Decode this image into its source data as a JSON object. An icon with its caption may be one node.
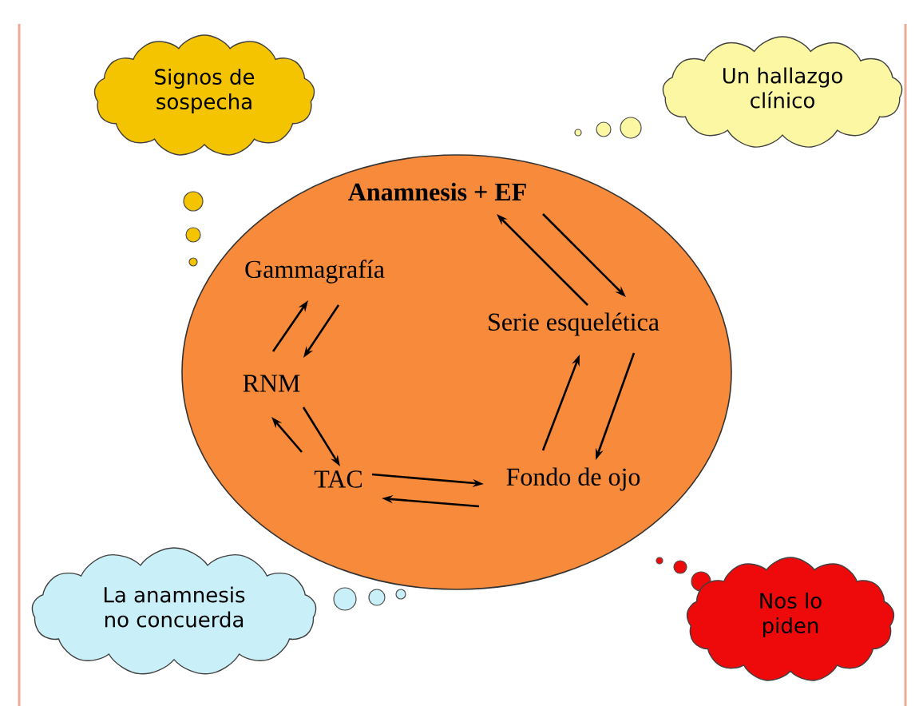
{
  "diagram": {
    "nodes": [
      {
        "text": [
          "Signos de sospecha"
        ]
      },
      {
        "text": [
          "Un hallazgo clínico"
        ]
      },
      {
        "text": [],
        "shape": "ellipse"
      },
      {
        "text": [
          "Anamnesis + EF"
        ],
        "in": 2
      },
      {
        "text": [
          "Gammagrafía"
        ],
        "in": 2
      },
      {
        "text": [
          "Serie esquelética"
        ],
        "in": 2
      },
      {
        "text": [
          "RNM"
        ],
        "in": 2
      },
      {
        "text": [
          "TAC"
        ],
        "in": 2
      },
      {
        "text": [
          "Fondo de ojo"
        ],
        "in": 2
      },
      {
        "text": [
          "La anamnesis no concuerda"
        ]
      },
      {
        "text": [
          "Nos lo piden"
        ]
      }
    ],
    "edges": [
      {
        "from": 5,
        "to": 3,
        "arrow": "to"
      },
      {
        "from": 3,
        "to": 5,
        "arrow": "to"
      },
      {
        "from": 6,
        "to": 4,
        "arrow": "to"
      },
      {
        "from": 4,
        "to": 6,
        "arrow": "to"
      },
      {
        "from": 7,
        "to": 6,
        "arrow": "to"
      },
      {
        "from": 6,
        "to": 7,
        "arrow": "to"
      },
      {
        "from": 7,
        "to": 8,
        "arrow": "to"
      },
      {
        "from": 8,
        "to": 7,
        "arrow": "to"
      },
      {
        "from": 8,
        "to": 5,
        "arrow": "to"
      },
      {
        "from": 5,
        "to": 8,
        "arrow": "to"
      }
    ]
  }
}
